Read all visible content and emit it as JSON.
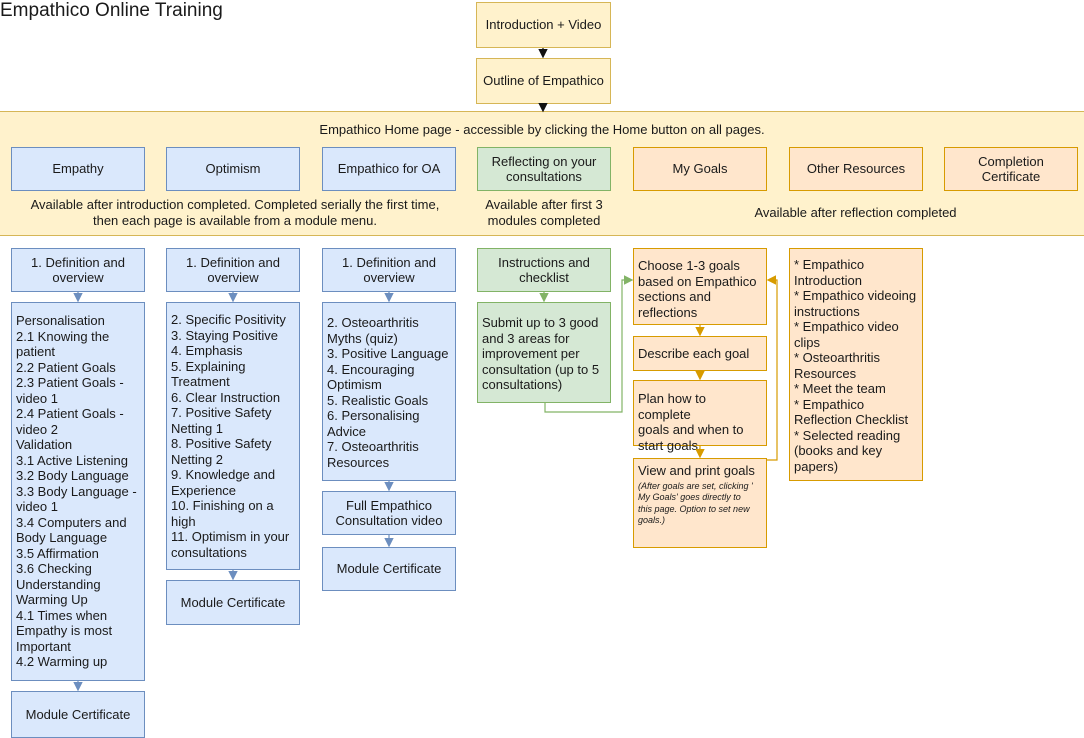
{
  "title": "Empathico Online Training",
  "top": {
    "intro": "Introduction + Video",
    "outline": "Outline of Empathico"
  },
  "home": {
    "header": "Empathico Home page - accessible by clicking the Home button on all pages.",
    "modules": {
      "empathy": "Empathy",
      "optimism": "Optimism",
      "oa": "Empathico for OA",
      "reflecting": "Reflecting on your consultations",
      "goals": "My Goals",
      "resources": "Other Resources",
      "certificate": "Completion Certificate"
    },
    "note_modules": "Available after introduction completed. Completed serially the first time,\nthen each page is available from a module menu.",
    "note_reflect": "Available after first 3\nmodules completed",
    "note_after": "Available after reflection completed"
  },
  "empathy": {
    "def": "1. Definition and\noverview",
    "list": "Personalisation\n2.1 Knowing the\npatient\n2.2 Patient Goals\n2.3 Patient Goals -\nvideo 1\n2.4 Patient Goals -\nvideo 2\nValidation\n3.1 Active Listening\n3.2 Body Language\n3.3 Body Language -\nvideo 1\n3.4 Computers and\nBody Language\n3.5 Affirmation\n3.6 Checking\nUnderstanding\nWarming Up\n4.1 Times when\nEmpathy is most\nImportant\n4.2 Warming up",
    "cert": "Module Certificate"
  },
  "optimism": {
    "def": "1. Definition and\noverview",
    "list": "2. Specific Positivity\n3. Staying Positive\n4. Emphasis\n5. Explaining\nTreatment\n6. Clear Instruction\n7. Positive Safety\nNetting 1\n8. Positive Safety\nNetting 2\n9. Knowledge and\nExperience\n10. Finishing on a\nhigh\n11. Optimism in your\nconsultations",
    "cert": "Module Certificate"
  },
  "oa": {
    "def": "1. Definition and\noverview",
    "list": "2. Osteoarthritis\nMyths (quiz)\n3. Positive Language\n4. Encouraging\nOptimism\n5. Realistic Goals\n6. Personalising\nAdvice\n7. Osteoarthritis\nResources",
    "video": "Full Empathico\nConsultation video",
    "cert": "Module Certificate"
  },
  "reflect": {
    "instructions": "Instructions and\nchecklist",
    "submit": "Submit up to 3 good\nand 3 areas for\nimprovement per\nconsultation (up to 5\nconsultations)"
  },
  "goals": {
    "choose": "Choose 1-3 goals\nbased on Empathico\nsections and\nreflections",
    "describe": "Describe each goal",
    "plan": "Plan how to complete\ngoals and when to\nstart goals.",
    "view": "View and print goals",
    "view_note": "(After goals are set, clicking '\nMy Goals' goes directly to\nthis page. Option to set new\ngoals.)"
  },
  "resources": {
    "list": "* Empathico\nIntroduction\n* Empathico videoing\ninstructions\n* Empathico video\nclips\n* Osteoarthritis\nResources\n* Meet the team\n* Empathico\nReflection Checklist\n* Selected reading\n(books and key\npapers)"
  }
}
